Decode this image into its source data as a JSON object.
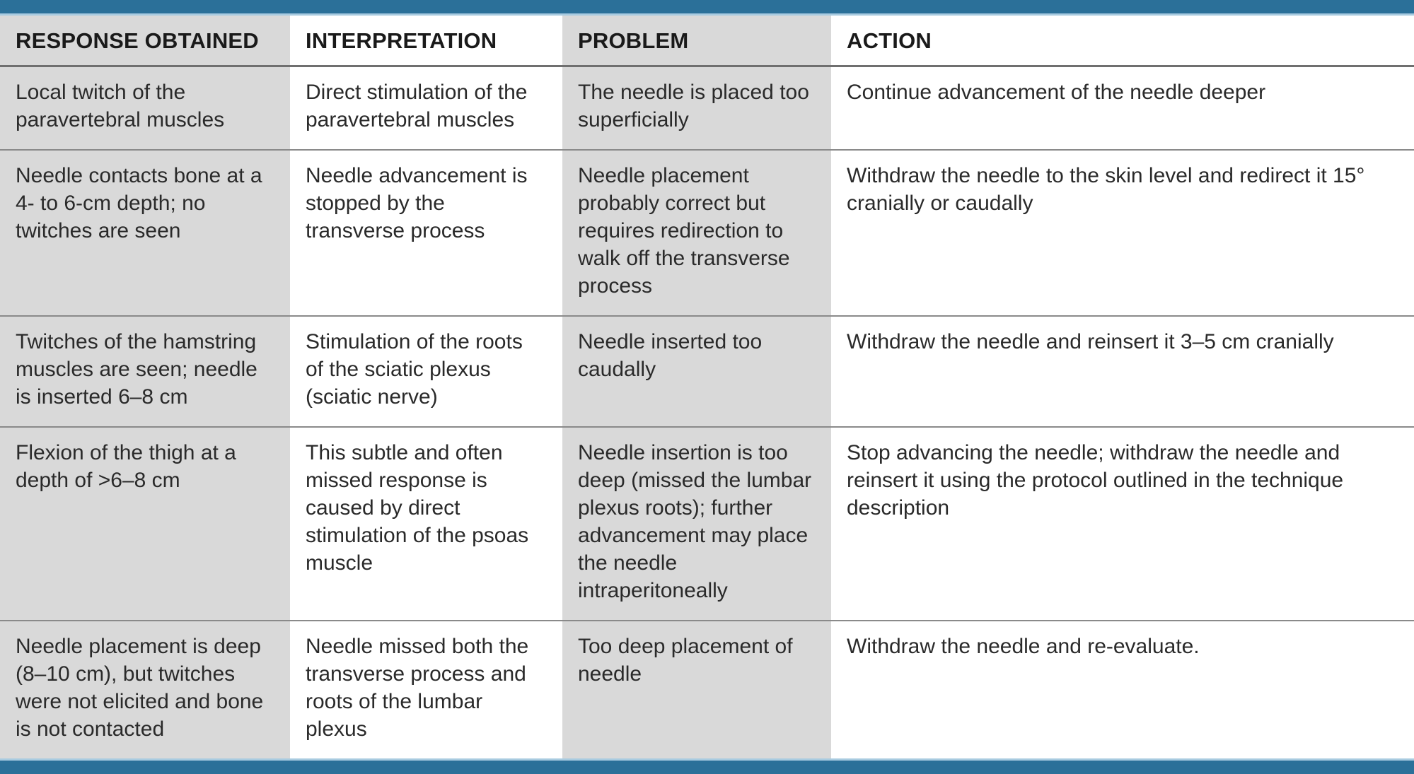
{
  "table": {
    "title_row": {
      "columns": [
        "RESPONSE OBTAINED",
        "INTERPRETATION",
        "PROBLEM",
        "ACTION"
      ]
    },
    "rows": [
      {
        "response": "Local twitch of the paravertebral muscles",
        "interpretation": "Direct stimulation of the paravertebral muscles",
        "problem": "The needle is placed too superficially",
        "action": "Continue advancement of the needle deeper"
      },
      {
        "response": "Needle contacts bone at a 4- to 6-cm depth; no twitches are seen",
        "interpretation": "Needle advancement is stopped by the transverse process",
        "problem": "Needle placement probably correct but requires redirection to walk off the transverse process",
        "action": "Withdraw the needle to the skin level and redirect it 15° cranially or caudally"
      },
      {
        "response": "Twitches of the hamstring muscles are seen; needle is inserted 6–8 cm",
        "interpretation": "Stimulation of the roots of the sciatic plexus (sciatic nerve)",
        "problem": "Needle inserted too caudally",
        "action": "Withdraw the needle and reinsert it 3–5 cm cranially"
      },
      {
        "response": "Flexion of the thigh at a depth of >6–8 cm",
        "interpretation": "This subtle and often missed response is caused by direct stimulation of the psoas muscle",
        "problem": "Needle insertion is too deep (missed the lumbar plexus roots); further advancement may place the needle intraperitoneally",
        "action": "Stop advancing the needle; withdraw the needle and reinsert it using the protocol outlined in the technique description"
      },
      {
        "response": "Needle placement is deep (8–10 cm), but twitches were not elicited and bone is not contacted",
        "interpretation": "Needle missed both the transverse process and roots of the lumbar plexus",
        "problem": "Too deep placement of needle",
        "action": "Withdraw the needle and re-evaluate."
      }
    ]
  },
  "colors": {
    "accent_bar": "#2b7099",
    "accent_bar_edge": "#a8cbe0",
    "shaded_column": "#d9d9d9",
    "header_rule": "#6f6f6f",
    "row_rule": "#8a8a8a",
    "text": "#2a2a2a"
  }
}
